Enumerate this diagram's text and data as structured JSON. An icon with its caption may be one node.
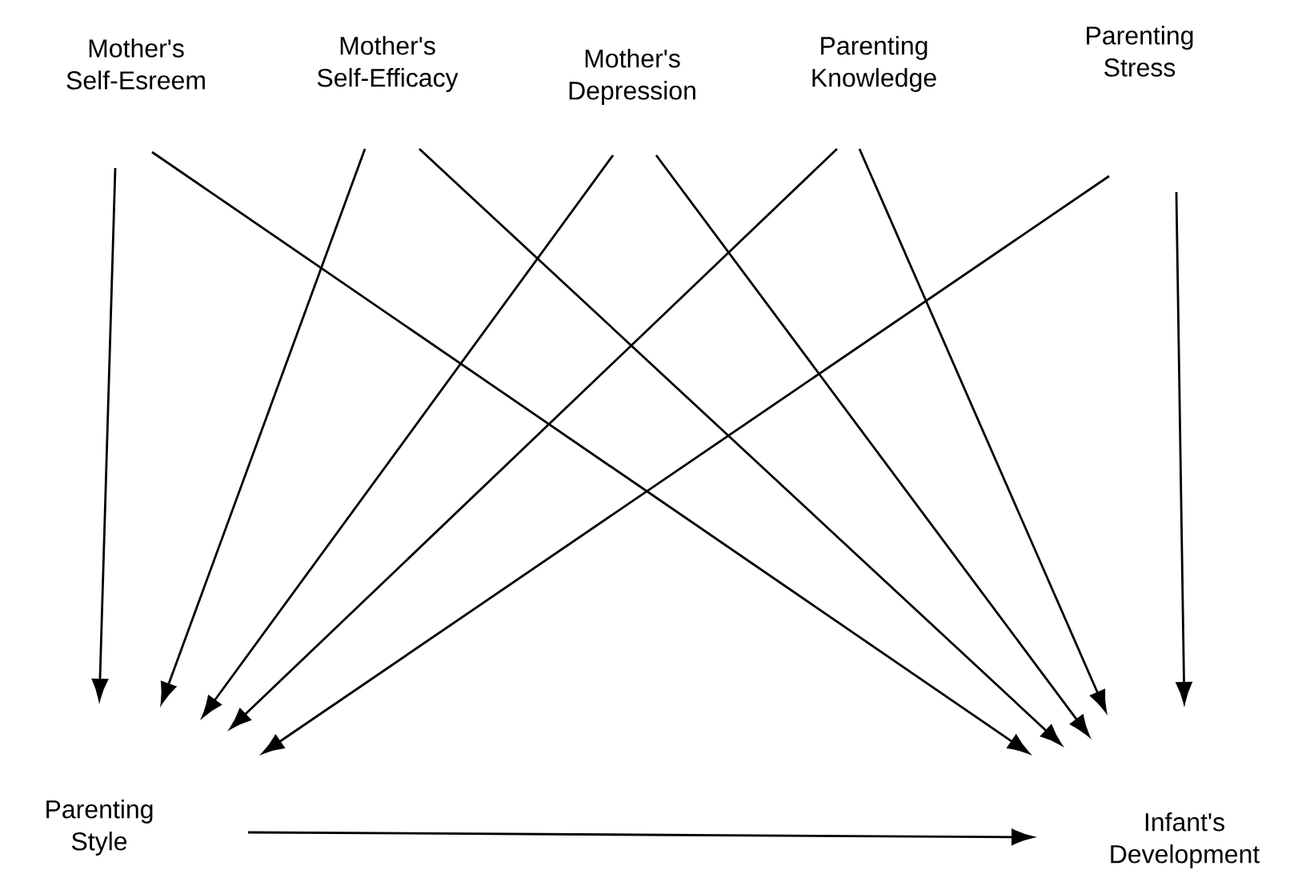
{
  "diagram": {
    "nodes": [
      {
        "text": [
          "Mother's Self-Esreem"
        ]
      },
      {
        "text": [
          "Mother's Self-Efficacy"
        ]
      },
      {
        "text": [
          "Mother's Depression"
        ]
      },
      {
        "text": [
          "Parenting Knowledge"
        ]
      },
      {
        "text": [
          "Parenting Stress"
        ]
      },
      {
        "text": [
          "Parenting Style"
        ]
      },
      {
        "text": [
          "Infant's Development"
        ]
      }
    ],
    "edges": [
      {
        "from": 0,
        "to": 5,
        "arrow": "to"
      },
      {
        "from": 0,
        "to": 6,
        "arrow": "to"
      },
      {
        "from": 1,
        "to": 5,
        "arrow": "to"
      },
      {
        "from": 1,
        "to": 6,
        "arrow": "to"
      },
      {
        "from": 2,
        "to": 5,
        "arrow": "to"
      },
      {
        "from": 2,
        "to": 6,
        "arrow": "to"
      },
      {
        "from": 3,
        "to": 5,
        "arrow": "to"
      },
      {
        "from": 3,
        "to": 6,
        "arrow": "to"
      },
      {
        "from": 4,
        "to": 5,
        "arrow": "to"
      },
      {
        "from": 4,
        "to": 6,
        "arrow": "to"
      },
      {
        "from": 5,
        "to": 6,
        "arrow": "to"
      }
    ]
  }
}
